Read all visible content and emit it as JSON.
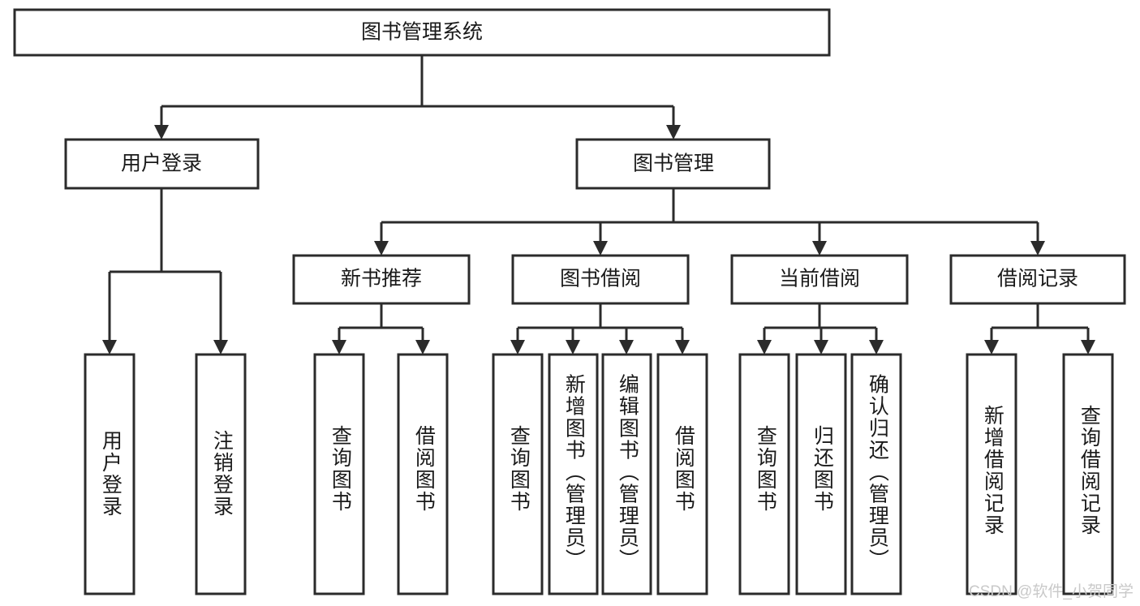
{
  "diagram": {
    "type": "tree-hierarchy",
    "title": "图书管理系统",
    "watermark": "CSDN @软件_小贺同学",
    "colors": {
      "background": "#ffffff",
      "box_fill": "#ffffff",
      "box_stroke": "#2b2b2b",
      "text": "#1a1a1a",
      "watermark": "#c9c9c9"
    },
    "levels": {
      "root": {
        "label": "图书管理系统"
      },
      "level2": [
        {
          "id": "user-login",
          "label": "用户登录"
        },
        {
          "id": "book-management",
          "label": "图书管理"
        }
      ],
      "level3": [
        {
          "id": "new-book-recommend",
          "label": "新书推荐",
          "parent": "book-management"
        },
        {
          "id": "book-borrow",
          "label": "图书借阅",
          "parent": "book-management"
        },
        {
          "id": "current-borrow",
          "label": "当前借阅",
          "parent": "book-management"
        },
        {
          "id": "borrow-record",
          "label": "借阅记录",
          "parent": "book-management"
        }
      ],
      "leaves": [
        {
          "id": "leaf-user-login",
          "label": "用户登录",
          "parent": "user-login"
        },
        {
          "id": "leaf-logout-login",
          "label": "注销登录",
          "parent": "user-login"
        },
        {
          "id": "leaf-query-book-1",
          "label": "查询图书",
          "parent": "new-book-recommend"
        },
        {
          "id": "leaf-borrow-book-1",
          "label": "借阅图书",
          "parent": "new-book-recommend"
        },
        {
          "id": "leaf-query-book-2",
          "label": "查询图书",
          "parent": "book-borrow"
        },
        {
          "id": "leaf-add-book",
          "label": "新增图书（管理员）",
          "parent": "book-borrow"
        },
        {
          "id": "leaf-edit-book",
          "label": "编辑图书（管理员）",
          "parent": "book-borrow"
        },
        {
          "id": "leaf-borrow-book-2",
          "label": "借阅图书",
          "parent": "book-borrow"
        },
        {
          "id": "leaf-query-book-3",
          "label": "查询图书",
          "parent": "current-borrow"
        },
        {
          "id": "leaf-return-book",
          "label": "归还图书",
          "parent": "current-borrow"
        },
        {
          "id": "leaf-confirm-return",
          "label": "确认归还（管理员）",
          "parent": "current-borrow"
        },
        {
          "id": "leaf-add-record",
          "label": "新增借阅记录",
          "parent": "borrow-record"
        },
        {
          "id": "leaf-query-record",
          "label": "查询借阅记录",
          "parent": "borrow-record"
        }
      ]
    }
  }
}
